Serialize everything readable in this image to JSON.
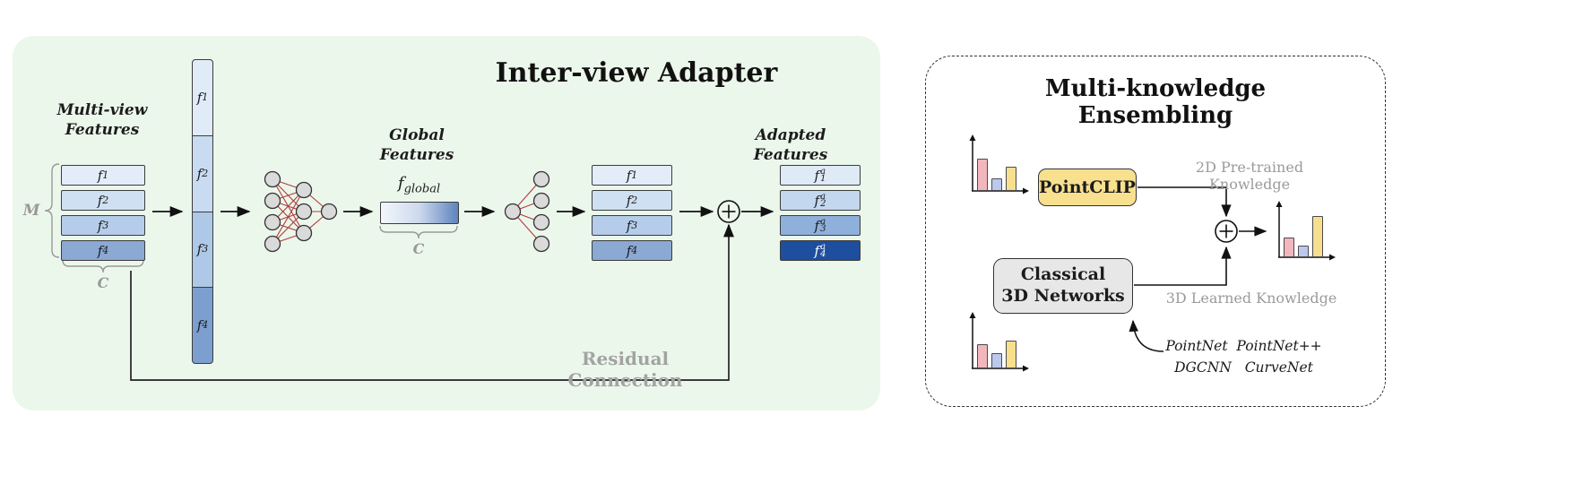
{
  "adapter": {
    "title": "Inter-view Adapter",
    "multiview_line1": "Multi-view",
    "multiview_line2": "Features",
    "m_label": "M",
    "c_label_stack": "C",
    "c_label_global": "C",
    "global_features_label": "Global Features",
    "f_global": {
      "base": "f",
      "sub": "global"
    },
    "global_bar": {
      "from": "#f3f7fc",
      "mid": "#ccd9ec",
      "to": "#5e83bd"
    },
    "adapted_label": "Adapted Features",
    "residual_label": "Residual Connection",
    "input_stack": [
      {
        "base": "f",
        "sub": "1",
        "color": "#e3edf9"
      },
      {
        "base": "f",
        "sub": "2",
        "color": "#cfe0f3"
      },
      {
        "base": "f",
        "sub": "3",
        "color": "#b5cdea"
      },
      {
        "base": "f",
        "sub": "4",
        "color": "#8aa9d3"
      }
    ],
    "column_stack": [
      {
        "base": "f",
        "sub": "1",
        "color": "#e0ebf8"
      },
      {
        "base": "f",
        "sub": "2",
        "color": "#c8dbf1"
      },
      {
        "base": "f",
        "sub": "3",
        "color": "#aec8e7"
      },
      {
        "base": "f",
        "sub": "4",
        "color": "#7d9fd0"
      }
    ],
    "mid_stack": [
      {
        "base": "f",
        "sub": "1",
        "color": "#e3edf9"
      },
      {
        "base": "f",
        "sub": "2",
        "color": "#cfe0f3"
      },
      {
        "base": "f",
        "sub": "3",
        "color": "#b5cdea"
      },
      {
        "base": "f",
        "sub": "4",
        "color": "#8aa9d3"
      }
    ],
    "adapted_stack": [
      {
        "base": "f",
        "sub": "1",
        "sup": "a",
        "color": "#dfeaf7"
      },
      {
        "base": "f",
        "sub": "2",
        "sup": "a",
        "color": "#c3d7ef"
      },
      {
        "base": "f",
        "sub": "3",
        "sup": "a",
        "color": "#8fb0da"
      },
      {
        "base": "f",
        "sub": "4",
        "sup": "a",
        "color": "#1d4f9e",
        "text": "#ffffff"
      }
    ]
  },
  "ensembling": {
    "title": "Multi-knowledge Ensembling",
    "pointclip_label": "PointCLIP",
    "pointclip_bg": "#f8e08f",
    "classical_line1": "Classical",
    "classical_line2": "3D Networks",
    "classical_bg": "#e7e7e7",
    "knowledge_2d": "2D Pre-trained Knowledge",
    "knowledge_3d": "3D Learned Knowledge",
    "networks_line1": "PointNet  PointNet++",
    "networks_line2": "DGCNN   CurveNet",
    "hist_2d": [
      {
        "color": "#f2b6bd",
        "h": 36
      },
      {
        "color": "#bac9ec",
        "h": 14
      },
      {
        "color": "#f7df8d",
        "h": 27
      }
    ],
    "hist_output": [
      {
        "color": "#f2b6bd",
        "h": 22
      },
      {
        "color": "#bac9ec",
        "h": 13
      },
      {
        "color": "#f7df8d",
        "h": 46
      }
    ],
    "hist_3d": [
      {
        "color": "#f2b6bd",
        "h": 27
      },
      {
        "color": "#bac9ec",
        "h": 17
      },
      {
        "color": "#f7df8d",
        "h": 31
      }
    ]
  }
}
